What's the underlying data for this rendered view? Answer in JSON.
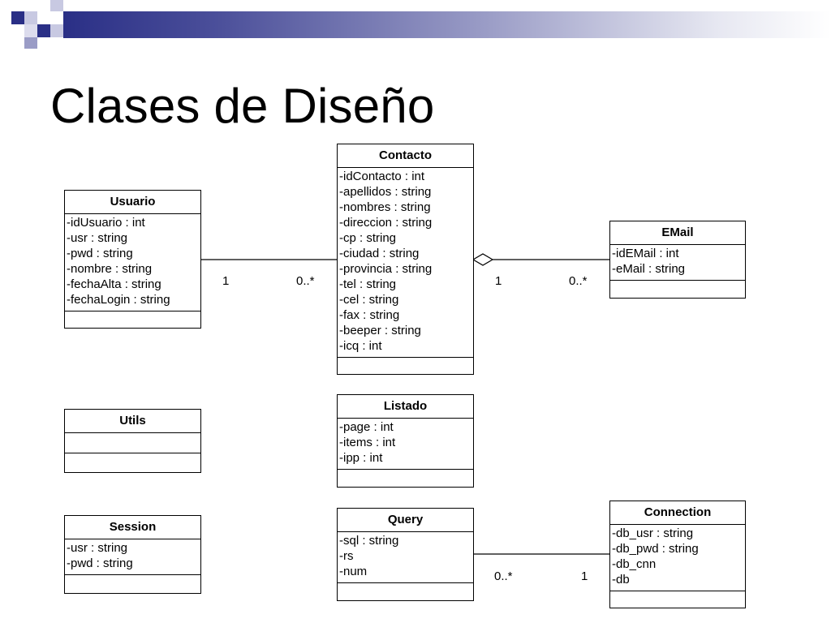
{
  "slide": {
    "title": "Clases de Diseño"
  },
  "classes": {
    "usuario": {
      "name": "Usuario",
      "attrs": [
        "-idUsuario : int",
        "-usr : string",
        "-pwd : string",
        "-nombre : string",
        "-fechaAlta : string",
        "-fechaLogin : string"
      ]
    },
    "contacto": {
      "name": "Contacto",
      "attrs": [
        "-idContacto : int",
        "-apellidos : string",
        "-nombres : string",
        "-direccion : string",
        "-cp : string",
        "-ciudad : string",
        "-provincia : string",
        "-tel : string",
        "-cel : string",
        "-fax : string",
        "-beeper : string",
        "-icq : int"
      ]
    },
    "email": {
      "name": "EMail",
      "attrs": [
        "-idEMail : int",
        "-eMail : string"
      ]
    },
    "utils": {
      "name": "Utils",
      "attrs": []
    },
    "listado": {
      "name": "Listado",
      "attrs": [
        "-page : int",
        "-items : int",
        "-ipp : int"
      ]
    },
    "session": {
      "name": "Session",
      "attrs": [
        "-usr : string",
        "-pwd : string"
      ]
    },
    "query": {
      "name": "Query",
      "attrs": [
        "-sql : string",
        "-rs",
        "-num"
      ]
    },
    "connection": {
      "name": "Connection",
      "attrs": [
        "-db_usr : string",
        "-db_pwd : string",
        "-db_cnn",
        "-db"
      ]
    }
  },
  "associations": {
    "usuario_contacto": {
      "from_mult": "1",
      "to_mult": "0..*"
    },
    "contacto_email": {
      "from_mult": "1",
      "to_mult": "0..*",
      "kind": "aggregation"
    },
    "query_connection": {
      "from_mult": "0..*",
      "to_mult": "1"
    }
  },
  "colors": {
    "header_dark": "#2a2f86",
    "header_light": "#9a9cc6"
  }
}
